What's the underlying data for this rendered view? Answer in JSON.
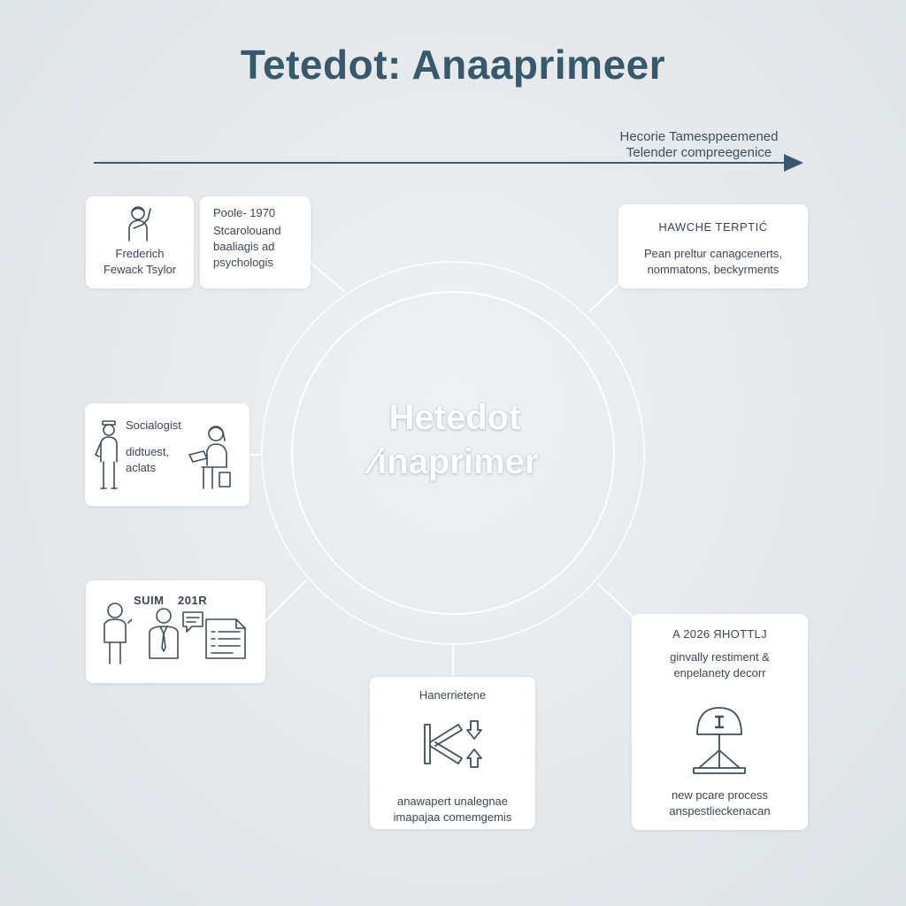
{
  "title": "Tetedot: Anaaprimeer",
  "timeline": {
    "label_line1": "Hecorie Tamesppeemened",
    "label_line2": "Telender compreegenice"
  },
  "center": {
    "line1": "Hetedot",
    "line2": "∕inaprimer"
  },
  "cards": {
    "taylor": {
      "line1": "Frederich",
      "line2": "Fewack Tsylor"
    },
    "period": {
      "line1": "Poole- 1970",
      "line2": "Stcarolouand",
      "line3": "baaliagis ad",
      "line4": "psychologis"
    },
    "topright": {
      "heading": "HAWCHE TERPTIĆ",
      "line1": "Pean preltur canagcenerts,",
      "line2": "nommatons, beckyrments"
    },
    "sociologist": {
      "line1": "Socialogist",
      "line2": "didtuest,",
      "line3": "aclats"
    },
    "sum": {
      "label1": "SUIM",
      "label2": "201R"
    },
    "bottom": {
      "heading": "Hanerrietene",
      "line1": "anawapert unalegnae",
      "line2": "imapajaa comemgemis"
    },
    "bottomright": {
      "heading": "A 2026 ЯHOTTLJ",
      "line1": "ginvally restiment &",
      "line2": "enpelanety decorr",
      "line3": "new pcare process",
      "line4": "anspestlieckenacan"
    }
  },
  "colors": {
    "title": "#36596b",
    "arrow": "#36596b",
    "icon_stroke": "#3d4f5b",
    "card_bg": "#ffffff"
  }
}
